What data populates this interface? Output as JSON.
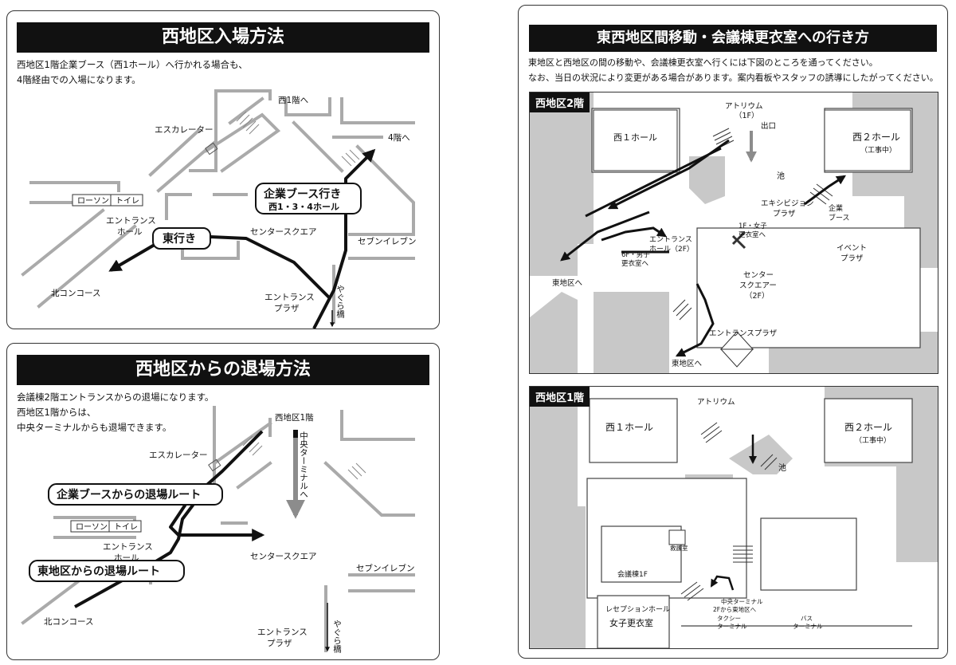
{
  "entry": {
    "title": "西地区入場方法",
    "intro": [
      "西地区1階企業ブース（西1ホール）へ行かれる場合も、",
      "4階経由での入場になります。"
    ],
    "labels": {
      "to_1f": "西1階へ",
      "escalator": "エスカレーター",
      "to_4f": "4階へ",
      "lawson": "ローソン",
      "toilet": "トイレ",
      "entrance_hall": [
        "エントランス",
        "ホール"
      ],
      "center_square": "センタースクエア",
      "seven": "セブンイレブン",
      "north_concourse": "北コンコース",
      "entrance_plaza": [
        "エントランス",
        "プラザ"
      ],
      "yagura": "やぐら橋"
    },
    "route_booth": [
      "企業ブース行き",
      "西1・3・4ホール"
    ],
    "route_east": "東行き"
  },
  "exit": {
    "title": "西地区からの退場方法",
    "intro": [
      "会議棟2階エントランスからの退場になります。",
      "西地区1階からは、",
      "中央ターミナルからも退場できます。"
    ],
    "labels": {
      "west_1f": "西地区1階",
      "central_terminal": "中央ターミナルへ",
      "escalator": "エスカレーター",
      "lawson": "ローソン",
      "toilet": "トイレ",
      "entrance_hall": [
        "エントランス",
        "ホール"
      ],
      "center_square": "センタースクエア",
      "seven": "セブンイレブン",
      "north_concourse": "北コンコース",
      "entrance_plaza": [
        "エントランス",
        "プラザ"
      ],
      "yagura": "やぐら橋"
    },
    "route_booth": "企業ブースからの退場ルート",
    "route_east": "東地区からの退場ルート"
  },
  "move": {
    "title": "東西地区間移動・会議棟更衣室への行き方",
    "intro": [
      "東地区と西地区の間の移動や、会議棟更衣室へ行くには下図のところを通ってください。",
      "なお、当日の状況により変更がある場合があります。案内看板やスタッフの誘導にしたがってください。"
    ],
    "floor2": {
      "tag": "西地区2階",
      "atrium": [
        "アトリウム",
        "（1F）"
      ],
      "exit": "出口",
      "hall_w1": "西１ホール",
      "hall_w2": "西２ホール",
      "construction": "（工事中）",
      "pond": "池",
      "exhibition_plaza": [
        "エキシビジョン",
        "プラザ"
      ],
      "booth": [
        "企業",
        "ブース"
      ],
      "female_room": [
        "1F・女子",
        "更衣室へ"
      ],
      "entrance_hall": [
        "エントランス",
        "ホール（2F）"
      ],
      "male_room": [
        "6F・男子",
        "更衣室へ"
      ],
      "east_area": "東地区へ",
      "event_plaza": [
        "イベント",
        "プラザ"
      ],
      "center_square": [
        "センター",
        "スクエアー",
        "（2F）"
      ],
      "entrance_plaza": "エントランスプラザ",
      "east_area2": "東地区へ"
    },
    "floor1": {
      "tag": "西地区1階",
      "atrium": "アトリウム",
      "hall_w1": "西１ホール",
      "hall_w2": "西２ホール",
      "construction": "（工事中）",
      "pond": "池",
      "first_aid": "救護室",
      "conference_1f": "会議棟1F",
      "reception_hall": "レセプションホール",
      "female_room": "女子更衣室",
      "central_terminal": "中央ターミナル",
      "to_east_2f": "2Fから東地区へ",
      "taxi": [
        "タクシー",
        "ターミナル"
      ],
      "bus": [
        "バス",
        "ターミナル"
      ]
    }
  },
  "colors": {
    "band": "#111111",
    "route": "#111111",
    "wall": "#aaaaaa",
    "gray_zone": "#c8c8c8",
    "gray_arrow": "#8c8c8c"
  }
}
